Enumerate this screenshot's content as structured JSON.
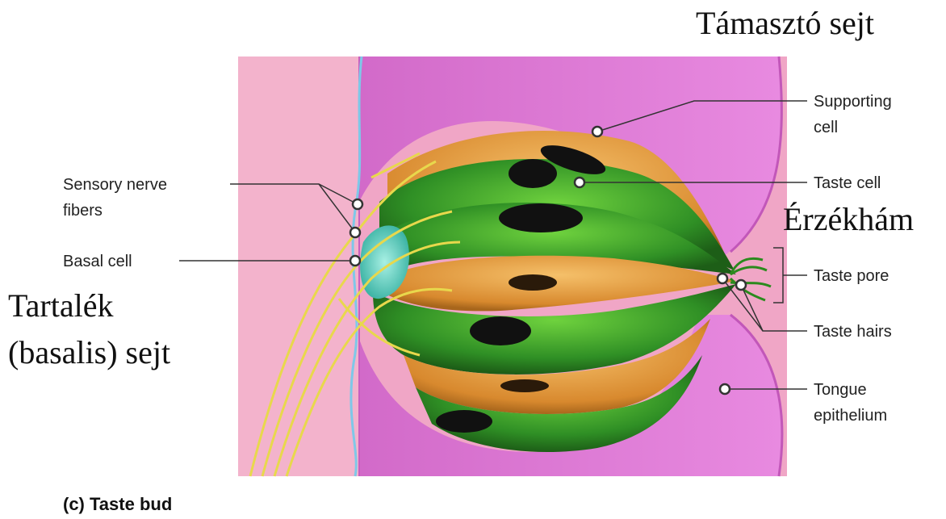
{
  "labels": {
    "supporting_cell": [
      "Supporting",
      "cell"
    ],
    "taste_cell": "Taste cell",
    "taste_pore": "Taste pore",
    "taste_hairs": "Taste hairs",
    "tongue_epithelium": [
      "Tongue",
      "epithelium"
    ],
    "sensory_nerve_fibers": [
      "Sensory nerve",
      "fibers"
    ],
    "basal_cell": "Basal cell"
  },
  "hungarian_labels": {
    "supporting_cell": "Támasztó sejt",
    "sensory_epithelium": "Érzékhám",
    "basal_cell": [
      "Tartalék",
      "(basalis) sejt"
    ]
  },
  "caption": "(c) Taste bud",
  "colors": {
    "epithelium": "#e07bd6",
    "tissue": "#f2a2c6",
    "green_cell": "#3d9b2a",
    "orange_cell": "#e39a3c",
    "nucleus": "#111111",
    "nerve": "#e6d64a",
    "basal_cell": "#5fd0c0",
    "basement_line": "#7ec8e8"
  }
}
